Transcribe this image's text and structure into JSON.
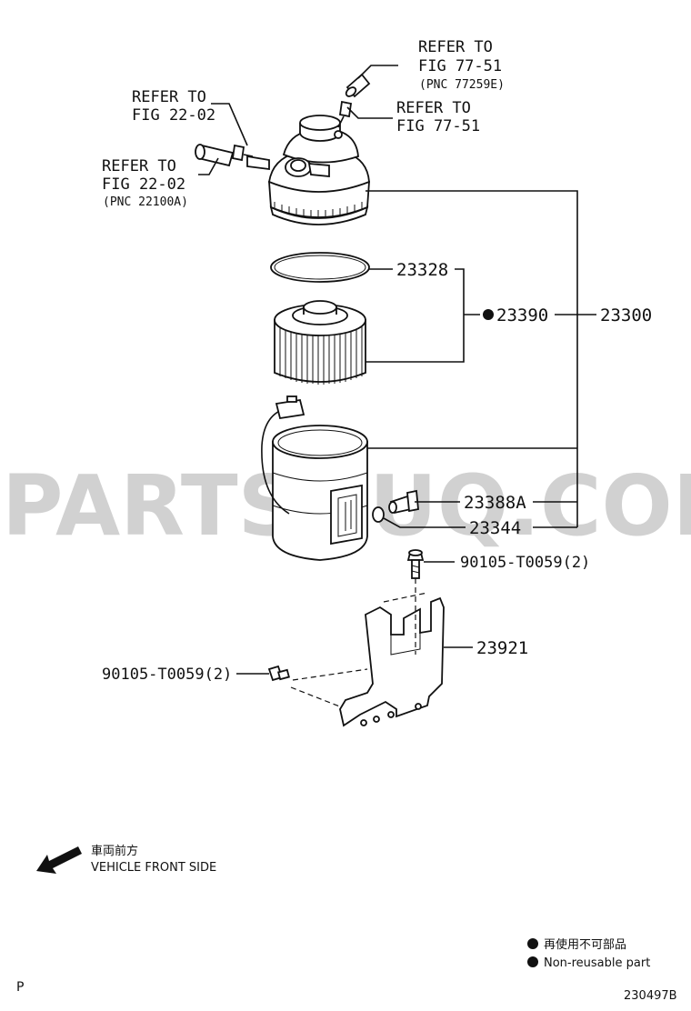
{
  "watermark": "PARTSOUQ.COM",
  "refs": {
    "ref1": {
      "line1": "REFER TO",
      "line2": "FIG 77-51",
      "line3": "(PNC 77259E)"
    },
    "ref2": {
      "line1": "REFER TO",
      "line2": "FIG 77-51"
    },
    "ref3": {
      "line1": "REFER TO",
      "line2": "FIG 22-02"
    },
    "ref4": {
      "line1": "REFER TO",
      "line2": "FIG 22-02",
      "line3": "(PNC 22100A)"
    }
  },
  "parts": {
    "p23328": "23328",
    "p23390": "23390",
    "p23300": "23300",
    "p23388A": "23388A",
    "p23344": "23344",
    "bolt_top": "90105-T0059(2)",
    "p23921": "23921",
    "bolt_left": "90105-T0059(2)"
  },
  "front_side": {
    "jp": "車両前方",
    "en": "VEHICLE FRONT SIDE"
  },
  "legend": {
    "jp": "再使用不可部品",
    "en": "Non-reusable part"
  },
  "footer": {
    "left": "P",
    "code": "230497B"
  }
}
